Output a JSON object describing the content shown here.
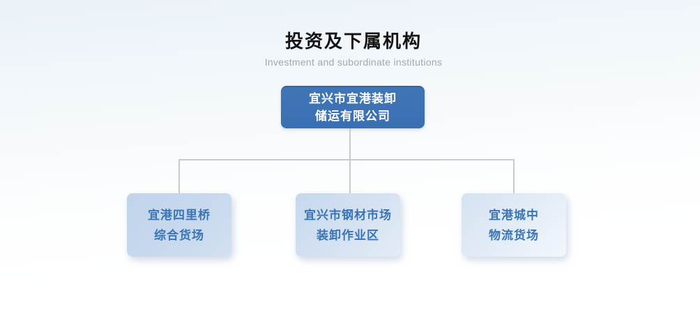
{
  "page": {
    "title": "投资及下属机构",
    "subtitle": "Investment and subordinate institutions"
  },
  "org_chart": {
    "root": {
      "name_line1": "宜兴市宜港装卸",
      "name_line2": "储运有限公司"
    },
    "children": [
      {
        "name_line1": "宜港四里桥",
        "name_line2": "综合货场"
      },
      {
        "name_line1": "宜兴市钢材市场",
        "name_line2": "装卸作业区"
      },
      {
        "name_line1": "宜港城中",
        "name_line2": "物流货场"
      }
    ]
  },
  "colors": {
    "root_box_blue": "#3c72b4",
    "child_box_light_blue": "#c8d9ee",
    "child_text_blue": "#3a74b5",
    "connector_gray": "#c9cacb",
    "title_black": "#141414",
    "subtitle_gray": "#a2a8af",
    "background_top": "#eaf1f8"
  }
}
